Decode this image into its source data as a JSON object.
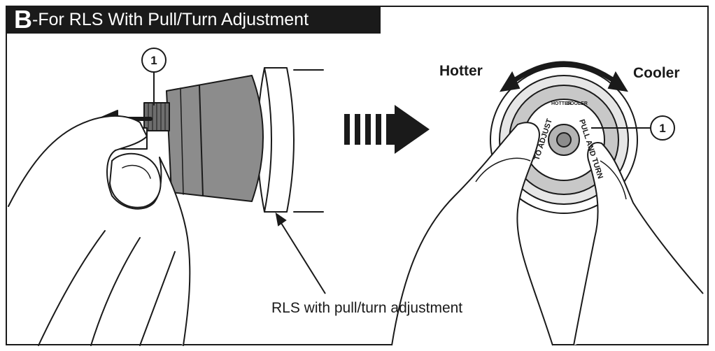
{
  "header": {
    "letter": "B",
    "text": "-For RLS With Pull/Turn Adjustment"
  },
  "left_panel": {
    "callout_number": "1"
  },
  "right_panel": {
    "hotter_label": "Hotter",
    "cooler_label": "Cooler",
    "callout_number": "1",
    "dial_hotter": "HOTTER",
    "dial_cooler": "COOLER",
    "knob_text_left": "TO ADJUST",
    "knob_text_right": "PULL AND TURN"
  },
  "caption": "RLS with pull/turn adjustment",
  "colors": {
    "header_bg": "#1a1a1a",
    "header_text": "#ffffff",
    "line": "#1a1a1a",
    "cartridge_gray": "#8c8c8c",
    "ring_gray": "#c8c8c8"
  }
}
